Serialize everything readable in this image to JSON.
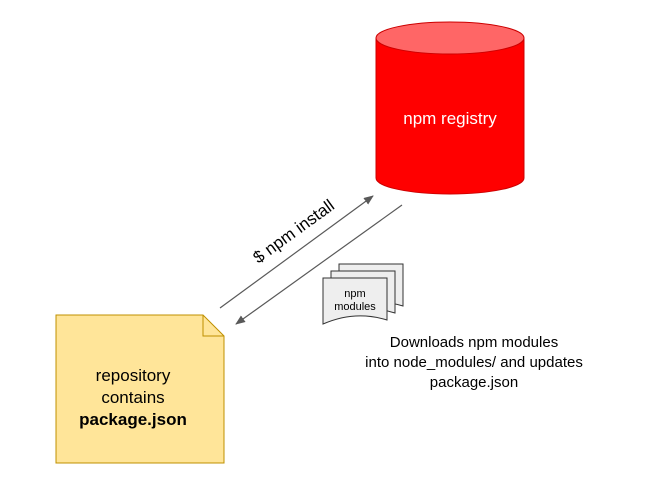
{
  "registry": {
    "label": "npm registry",
    "color": "#ff0000",
    "top_color": "#ff6666",
    "icon": "database-cylinder"
  },
  "command": {
    "label": "$ npm install"
  },
  "modules_stack": {
    "line1": "npm",
    "line2": "modules",
    "color": "#eeeeee",
    "icon": "document-stack"
  },
  "downloads_note": {
    "line1": "Downloads npm modules",
    "line2": "into node_modules/ and updates",
    "line3": "package.json"
  },
  "repository": {
    "line1": "repository",
    "line2": "contains",
    "line3": "package.json",
    "color": "#ffe599",
    "border_color": "#bf9000",
    "icon": "folded-corner-document"
  },
  "arrow_color": "#595959"
}
